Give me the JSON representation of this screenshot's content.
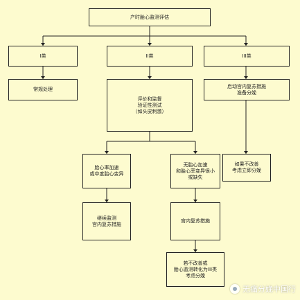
{
  "diagram": {
    "nodes": {
      "root": "产时胎心监测评估",
      "cat1": "I类",
      "cat2": "II类",
      "cat3": "III类",
      "routine": "常规处理",
      "eval": "评价和监督\n验证性测试\n（如头皮刺激）",
      "resus": "启动宫内复苏措施\n准备分娩",
      "branch_ok": "胎心率加速\n或中度胎心变异",
      "branch_bad": "无胎心加速\n和胎心率变异很小\n或缺失",
      "continue": "继续监测\n宫内复苏措施",
      "intra": "宫内复苏措施",
      "no_improve": "如果不改善\n考虑立即分娩",
      "final": "若不改善或\n胎心监测转化为III类\n考虑分娩"
    }
  },
  "watermark": {
    "text": "无痛分娩中国行",
    "icon": "wechat-logo-icon"
  }
}
